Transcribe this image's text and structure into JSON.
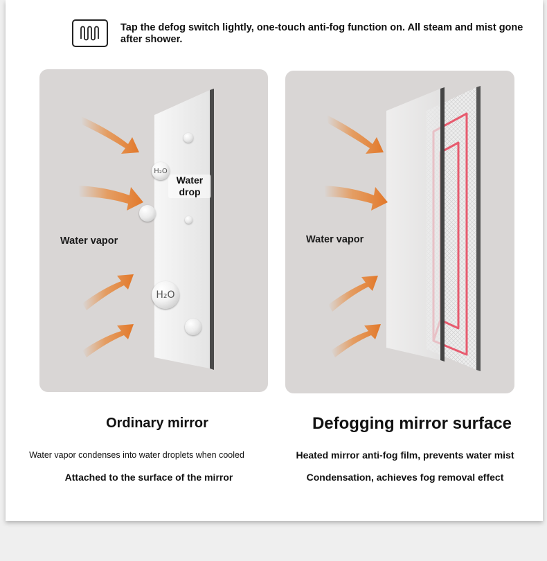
{
  "header": {
    "icon": "heating-coil-icon",
    "text": "Tap the defog switch lightly, one-touch anti-fog function on. All steam and mist gone after shower."
  },
  "left_panel": {
    "water_drop_label_1": "Water",
    "water_drop_label_2": "drop",
    "water_vapor_label": "Water vapor",
    "h2o_small": "H₂O",
    "h2o_large": "H₂O",
    "title": "Ordinary mirror",
    "caption_1": "Water vapor condenses into water droplets when cooled",
    "caption_2": "Attached to the surface of the mirror"
  },
  "right_panel": {
    "water_vapor_label": "Water vapor",
    "title": "Defogging mirror surface",
    "caption_1": "Heated mirror anti-fog film, prevents water mist",
    "caption_2": "Condensation, achieves fog removal effect"
  },
  "colors": {
    "arrow": "#e88a3c",
    "heating_coil": "#e8435a",
    "panel_bg": "#d9d6d5"
  }
}
